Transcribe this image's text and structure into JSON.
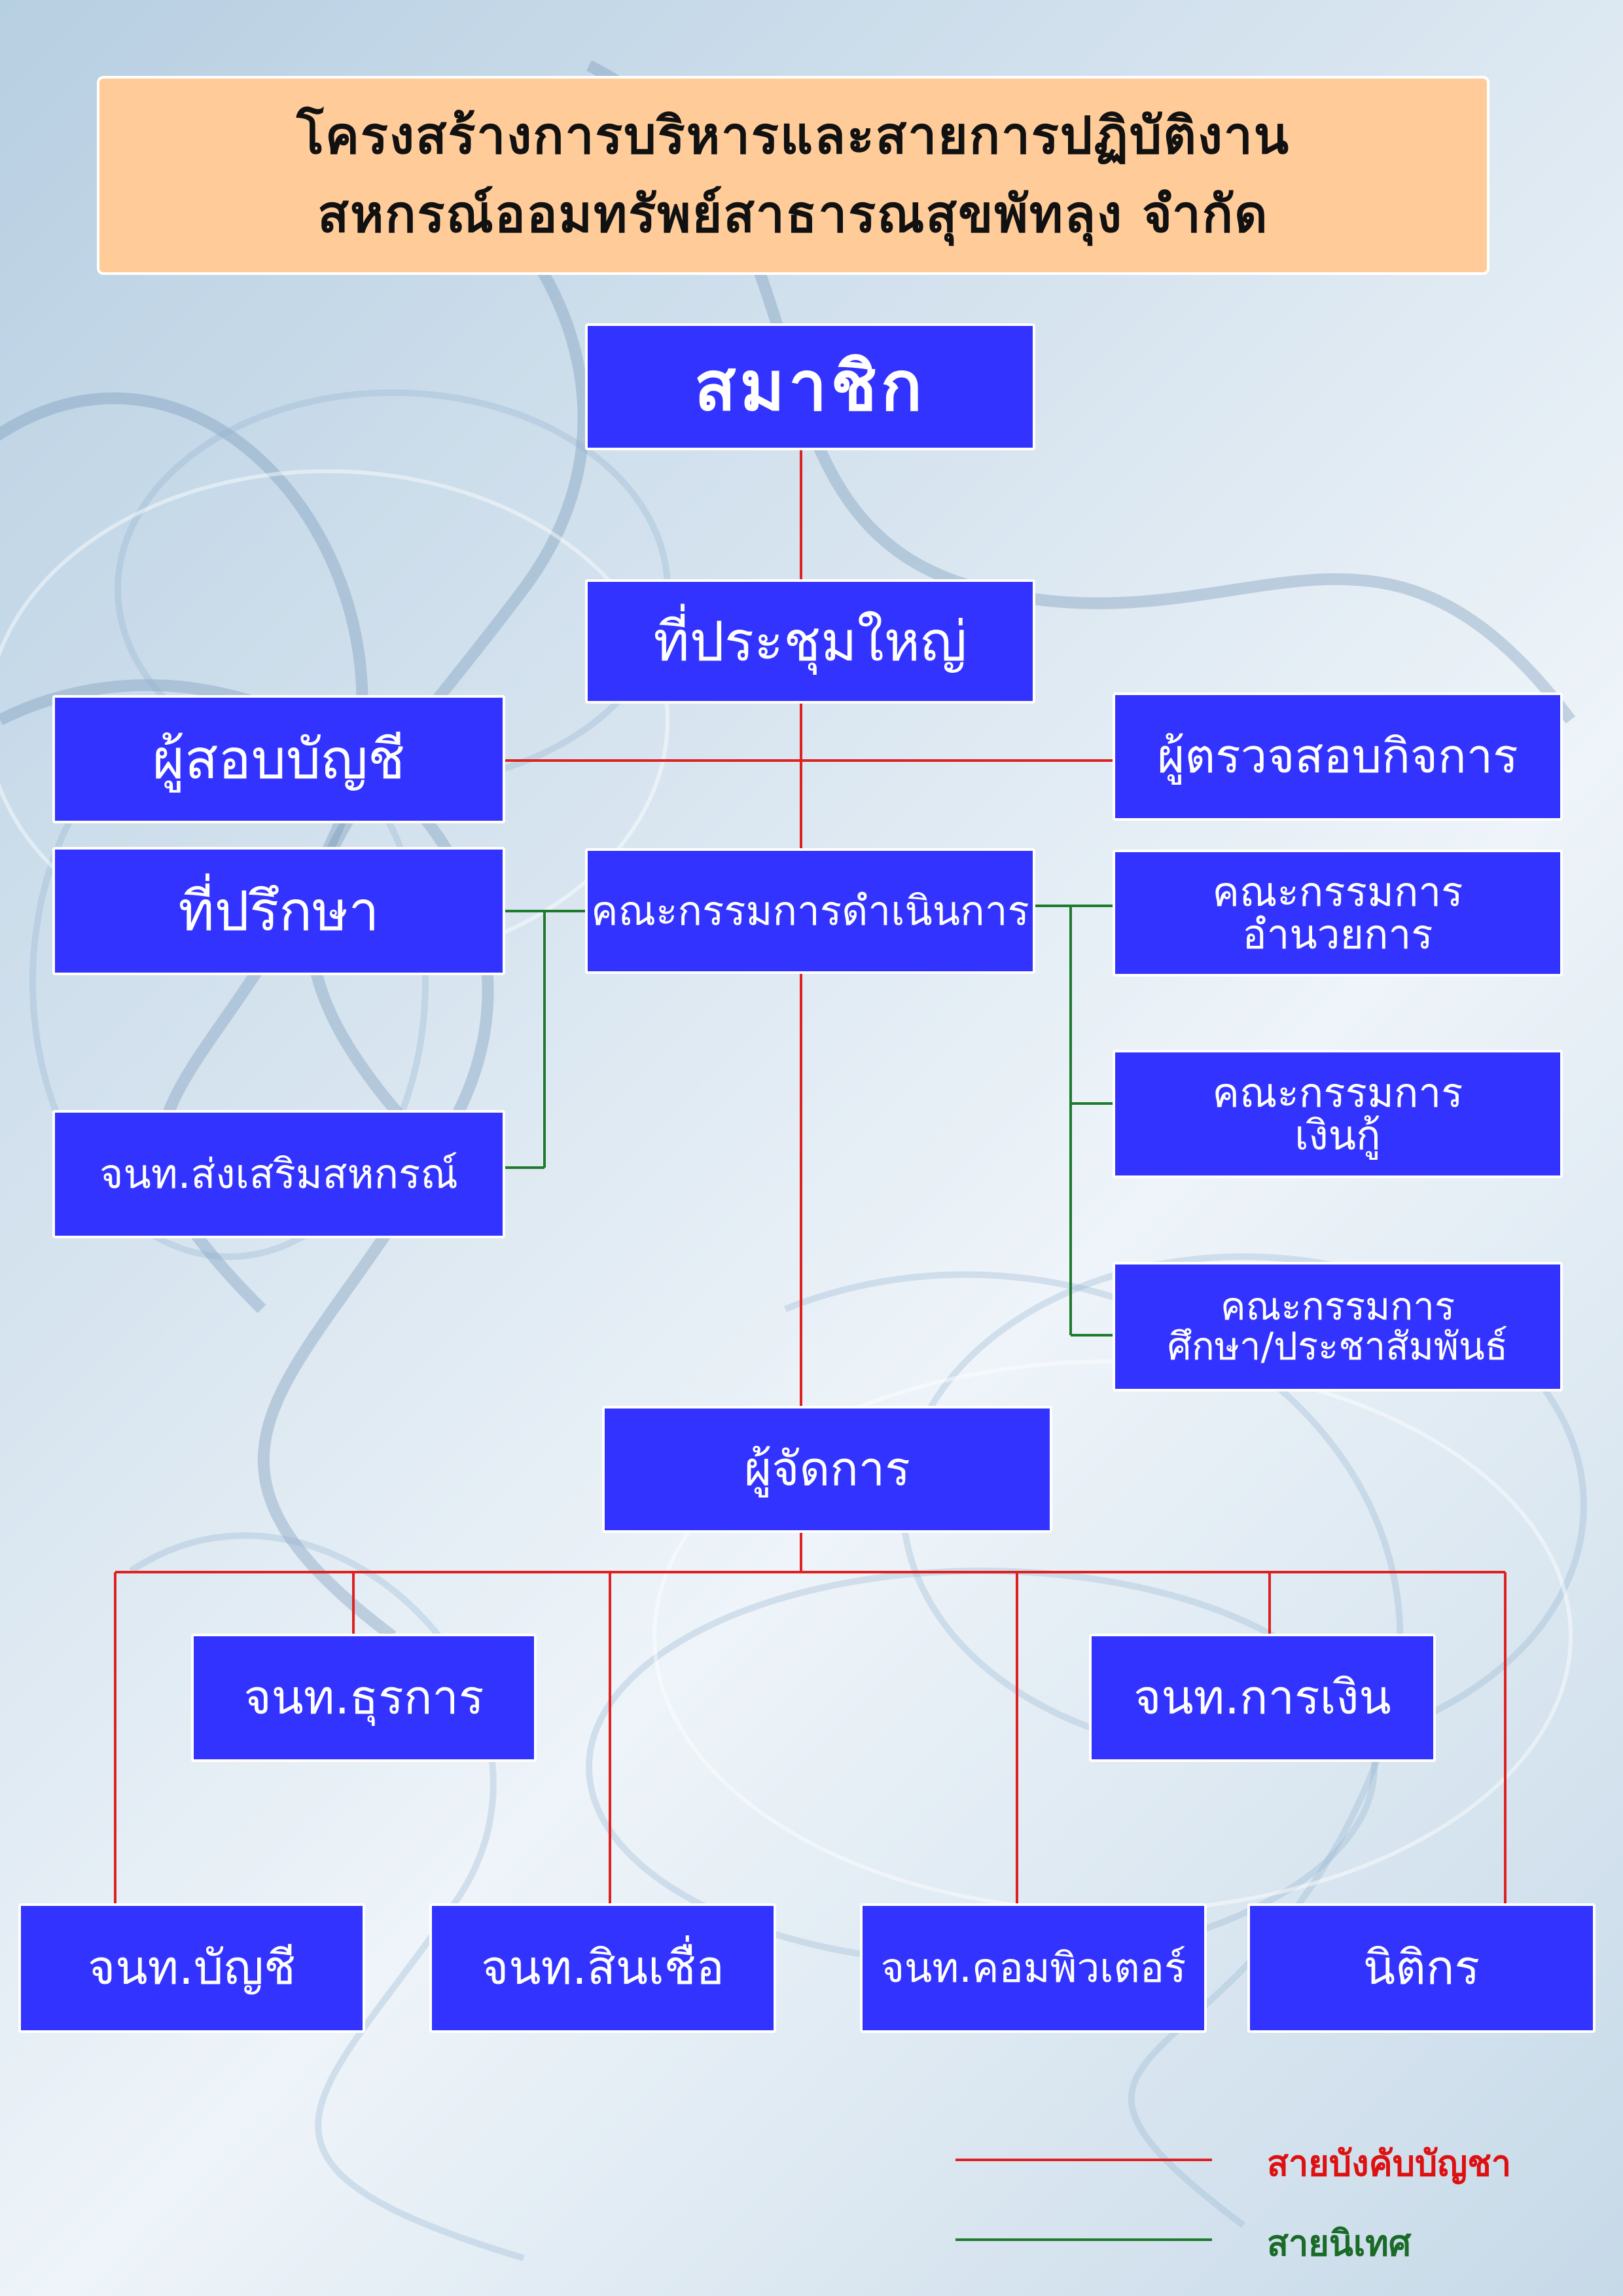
{
  "title": {
    "line1": "โครงสร้างการบริหารและสายการปฏิบัติงาน",
    "line2": "สหกรณ์ออมทรัพย์สาธารณสุขพัทลุง จำกัด"
  },
  "nodes": {
    "members": "สมาชิก",
    "general_meeting": "ที่ประชุมใหญ่",
    "auditor": "ผู้สอบบัญชี",
    "inspector": "ผู้ตรวจสอบกิจการ",
    "advisor": "ที่ปรึกษา",
    "board": "คณะกรรมการดำเนินการ",
    "admin_committee": {
      "line1": "คณะกรรมการ",
      "line2": "อำนวยการ"
    },
    "promotion_officer": "จนท.ส่งเสริมสหกรณ์",
    "loan_committee": {
      "line1": "คณะกรรมการ",
      "line2": "เงินกู้"
    },
    "education_committee": {
      "line1": "คณะกรรมการ",
      "line2": "ศึกษา/ประชาสัมพันธ์"
    },
    "manager": "ผู้จัดการ",
    "clerical_officer": "จนท.ธุรการ",
    "finance_officer": "จนท.การเงิน",
    "accounting_officer": "จนท.บัญชี",
    "credit_officer": "จนท.สินเชื่อ",
    "computer_officer": "จนท.คอมพิวเตอร์",
    "legal_officer": "นิติกร"
  },
  "legend": {
    "command": "สายบังคับบัญชา",
    "supervision": "สายนิเทศ"
  },
  "colors": {
    "box_fill": "#3333ff",
    "title_fill": "#ffcc99",
    "command_line": "#dd2222",
    "supervision_line": "#1f7a2e",
    "legend_command_text": "#dd1111",
    "legend_supervision_text": "#1a6a28"
  }
}
